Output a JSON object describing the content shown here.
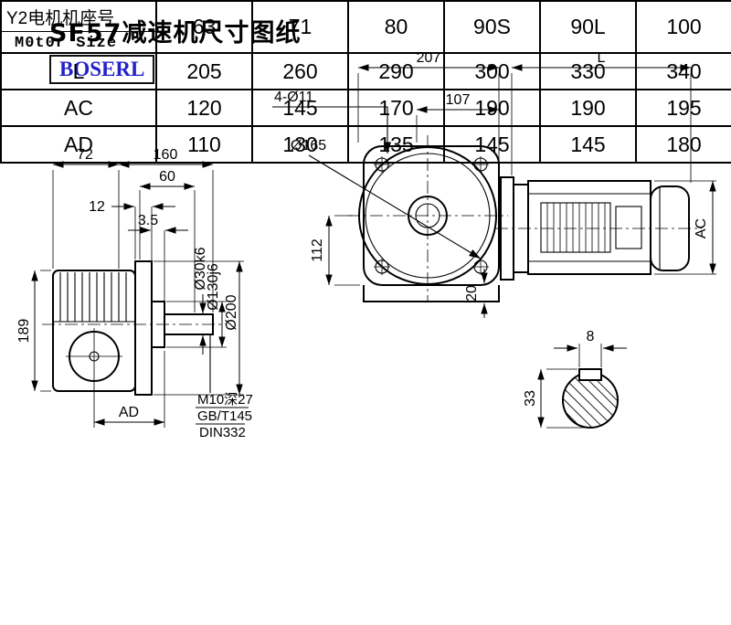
{
  "page": {
    "title": "SF57减速机尺寸图纸",
    "brand": "BOSERL"
  },
  "side_view": {
    "dim_72": "72",
    "dim_160": "160",
    "dim_60": "60",
    "dim_12": "12",
    "dim_3_5": "3.5",
    "dim_189": "189",
    "dim_ad": "AD",
    "label_shaft_dia": "Ø30k6",
    "label_spigot_dia": "Ø130j6",
    "label_flange_dia": "Ø200",
    "note_tapped_hole": "M10深27",
    "note_standard_1": "GB/T145",
    "note_standard_2": "DIN332"
  },
  "front_view": {
    "dim_207": "207",
    "dim_L": "L",
    "dim_bolt_holes": "4-Ø11",
    "dim_107": "107",
    "dim_flange_circle": "Ø165",
    "dim_112": "112",
    "dim_ac": "AC",
    "dim_20": "20"
  },
  "shaft_section": {
    "dim_key_width": "8",
    "dim_key_height": "33"
  },
  "table": {
    "header": {
      "line1": "Y2电机机座号",
      "line2": "M0t0r Size"
    },
    "columns": [
      "63",
      "71",
      "80",
      "90S",
      "90L",
      "100"
    ],
    "rows": [
      {
        "label": "L",
        "values": [
          "205",
          "260",
          "290",
          "300",
          "330",
          "340"
        ]
      },
      {
        "label": "AC",
        "values": [
          "120",
          "145",
          "170",
          "190",
          "190",
          "195"
        ]
      },
      {
        "label": "AD",
        "values": [
          "110",
          "130",
          "135",
          "145",
          "145",
          "180"
        ]
      }
    ]
  }
}
